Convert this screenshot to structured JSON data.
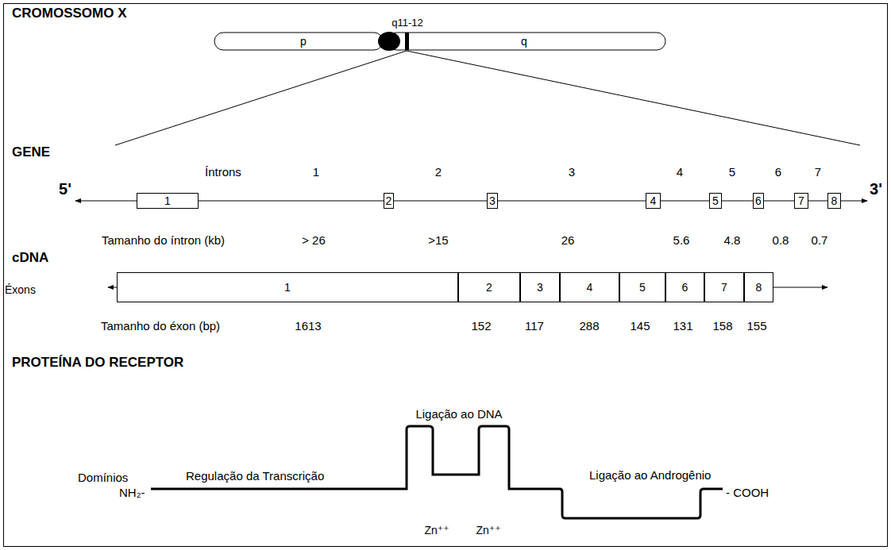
{
  "diagram": {
    "nodes": [
      {
        "text": [
          "1"
        ]
      },
      {
        "text": [
          "2"
        ]
      },
      {
        "text": [
          "3"
        ]
      },
      {
        "text": [
          "4"
        ]
      },
      {
        "text": [
          "5"
        ]
      },
      {
        "text": [
          "6"
        ]
      },
      {
        "text": [
          "7"
        ]
      },
      {
        "text": [
          "8"
        ]
      },
      {
        "text": [
          "1"
        ]
      },
      {
        "text": [
          "2"
        ]
      },
      {
        "text": [
          "3"
        ]
      },
      {
        "text": [
          "4"
        ]
      },
      {
        "text": [
          "5"
        ]
      },
      {
        "text": [
          "6"
        ]
      },
      {
        "text": [
          "7"
        ]
      },
      {
        "text": [
          "8"
        ]
      }
    ],
    "edges": [
      {
        "from": 0,
        "to": 1,
        "arrow": "none"
      },
      {
        "from": 1,
        "to": 2,
        "arrow": "none"
      },
      {
        "from": 2,
        "to": 3,
        "arrow": "none"
      },
      {
        "from": 3,
        "to": 4,
        "arrow": "none"
      },
      {
        "from": 4,
        "to": 5,
        "arrow": "none"
      },
      {
        "from": 5,
        "to": 6,
        "arrow": "none"
      },
      {
        "from": 6,
        "to": 7,
        "arrow": "none"
      }
    ],
    "labels": [
      "CROMOSSOMO X",
      "q11-12",
      "p",
      "q",
      "GENE",
      "5'",
      "Íntrons",
      "1",
      "2",
      "3",
      "4",
      "5",
      "6",
      "7",
      "3'",
      "Tamanho do íntron (kb)",
      "> 26",
      ">15",
      "26",
      "5.6",
      "4.8",
      "0.8",
      "0.7",
      "cDNA",
      "Éxons",
      "Tamanho do éxon (bp)",
      "1613",
      "152",
      "117",
      "288",
      "145",
      "131",
      "158",
      "155",
      "PROTEÍNA DO RECEPTOR",
      "Ligação ao DNA",
      "Domínios",
      "Regulação da Transcrição",
      "Ligação ao Androgênio",
      "NH₂-",
      "- COOH",
      "Zn⁺⁺",
      "Zn⁺⁺"
    ]
  }
}
